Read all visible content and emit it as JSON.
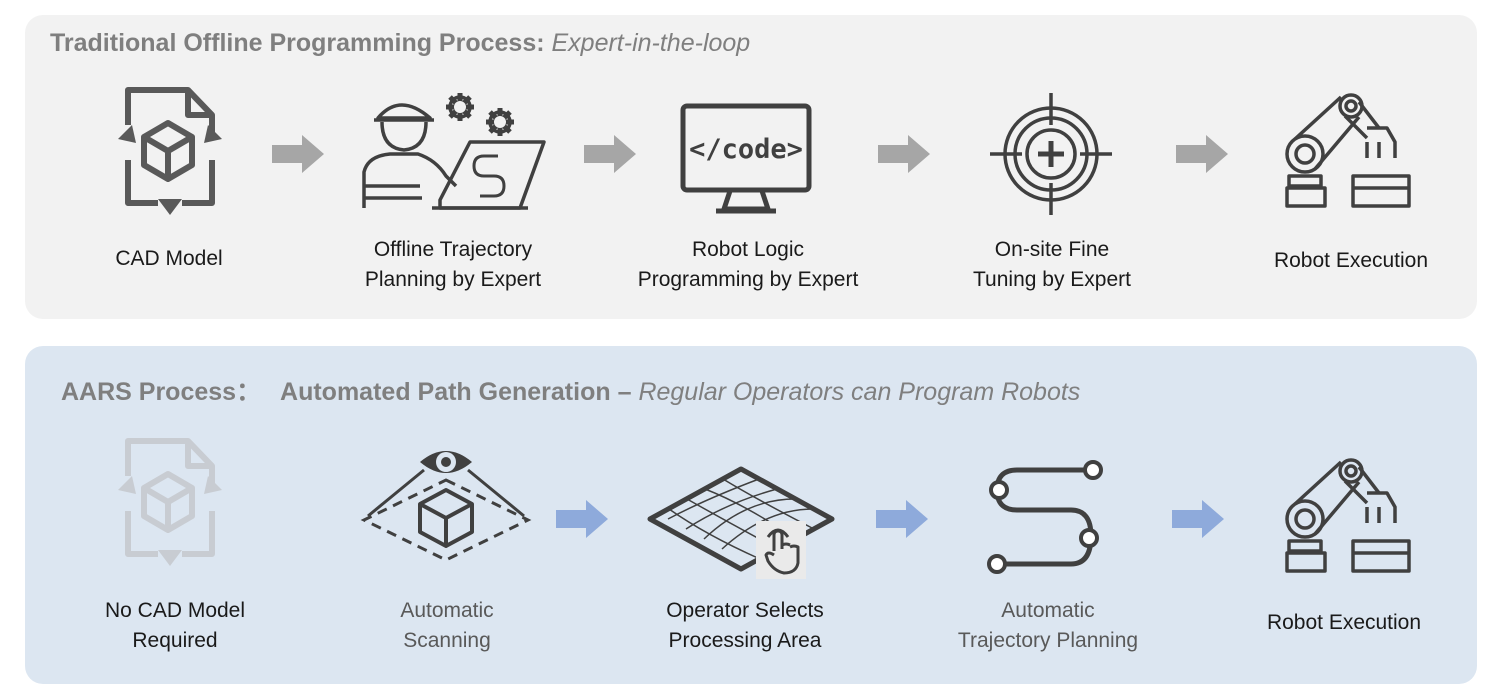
{
  "traditional": {
    "title_bold": "Traditional Offline Programming Process:",
    "title_italic": "Expert-in-the-loop",
    "steps": [
      {
        "line1": "CAD Model",
        "line2": "",
        "icon": "cad-model-icon"
      },
      {
        "line1": "Offline Trajectory",
        "line2": "Planning by Expert",
        "icon": "expert-planning-icon"
      },
      {
        "line1": "Robot Logic",
        "line2": "Programming by Expert",
        "icon": "code-monitor-icon"
      },
      {
        "line1": "On-site Fine",
        "line2": "Tuning by Expert",
        "icon": "target-crosshair-icon"
      },
      {
        "line1": "Robot Execution",
        "line2": "",
        "icon": "robot-arm-icon"
      }
    ]
  },
  "aars": {
    "title_bold_a": "AARS Process：",
    "title_bold_b": "Automated Path Generation –",
    "title_italic": "Regular Operators can Program Robots",
    "steps": [
      {
        "line1": "No CAD Model",
        "line2": "Required",
        "icon": "cad-model-faded-icon"
      },
      {
        "line1": "Automatic",
        "line2": "Scanning",
        "icon": "eye-scan-cube-icon"
      },
      {
        "line1": "Operator Selects",
        "line2": "Processing Area",
        "icon": "surface-mesh-touch-icon"
      },
      {
        "line1": "Automatic",
        "line2": "Trajectory Planning",
        "icon": "s-path-icon"
      },
      {
        "line1": "Robot Execution",
        "line2": "",
        "icon": "robot-arm-icon"
      }
    ]
  },
  "colors": {
    "top_panel": "#f2f2f2",
    "bottom_panel": "#dce6f1",
    "heading": "#7f7f7f",
    "icon_dark": "#404040",
    "icon_faded": "#c8ccd2",
    "arrow_gray": "#a6a6a6",
    "arrow_blue": "#8eaadb"
  }
}
